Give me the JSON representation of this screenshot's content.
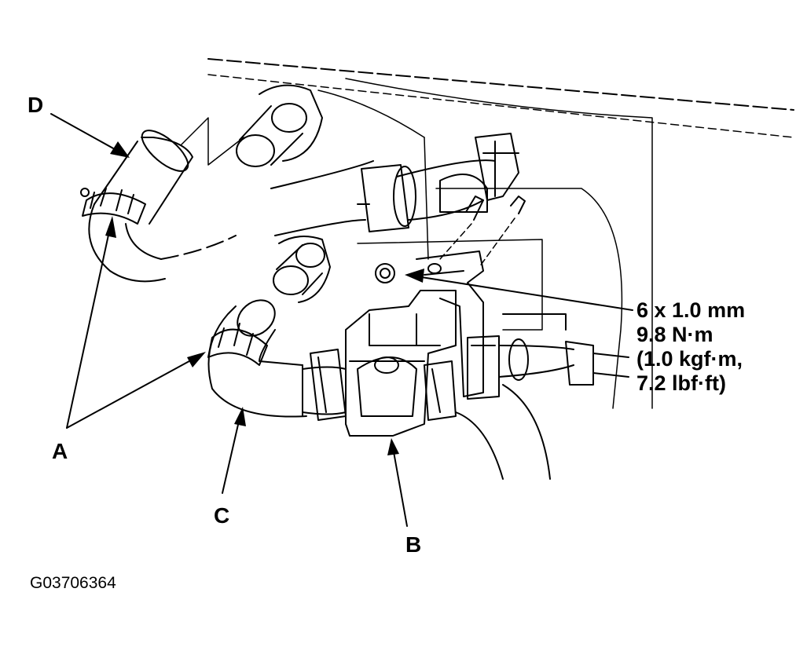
{
  "callouts": {
    "a": "A",
    "b": "B",
    "c": "C",
    "d": "D"
  },
  "spec": {
    "line1": "6 x 1.0 mm",
    "line2": "9.8 N·m",
    "line3": "(1.0 kgf·m,",
    "line4": "7.2 lbf·ft)"
  },
  "figure_id": "G03706364"
}
